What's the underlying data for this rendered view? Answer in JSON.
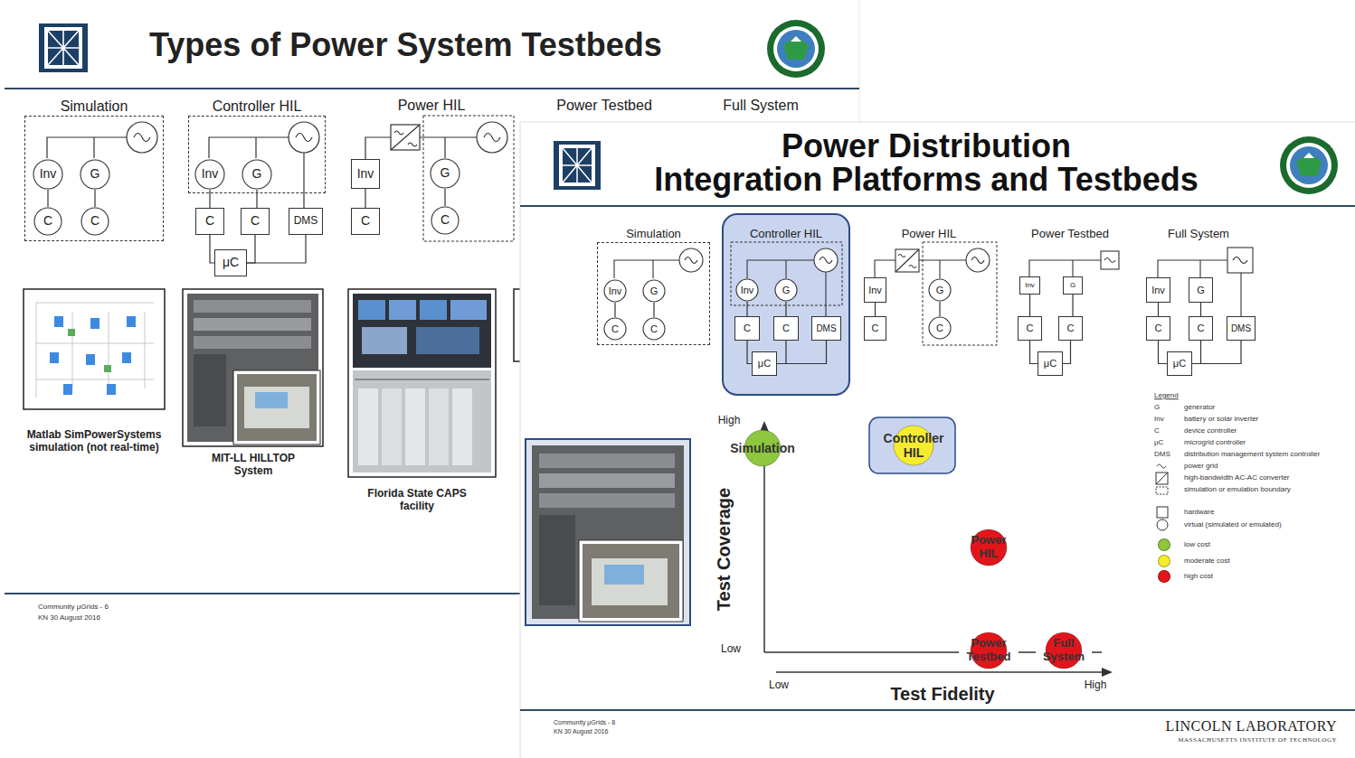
{
  "diagram": {
    "title": "Power Distribution Integration Platforms and Testbeds",
    "nodes": [
      {
        "text": [
          "Simulation"
        ]
      },
      {
        "text": [
          "Inv"
        ],
        "in": 0
      },
      {
        "text": [
          "G"
        ],
        "in": 0
      },
      {
        "text": [
          "C"
        ],
        "in": 0
      },
      {
        "text": [
          "C"
        ],
        "in": 0
      },
      {
        "text": [
          "Controller HIL"
        ]
      },
      {
        "text": [
          "Inv"
        ],
        "in": 5
      },
      {
        "text": [
          "G"
        ],
        "in": 5
      },
      {
        "text": [
          "C"
        ]
      },
      {
        "text": [
          "C"
        ]
      },
      {
        "text": [
          "DMS"
        ]
      },
      {
        "text": [
          "μC"
        ]
      },
      {
        "text": [
          "Inv"
        ]
      },
      {
        "text": [
          "C"
        ]
      },
      {
        "text": [
          "G"
        ]
      },
      {
        "text": [
          "C"
        ]
      },
      {
        "text": [
          "Simulation"
        ]
      },
      {
        "text": [
          "Inv"
        ],
        "in": 16
      },
      {
        "text": [
          "G"
        ],
        "in": 16
      },
      {
        "text": [
          "C"
        ],
        "in": 16
      },
      {
        "text": [
          "C"
        ],
        "in": 16
      },
      {
        "text": [
          "Controller HIL"
        ]
      },
      {
        "text": [
          "Inv"
        ],
        "in": 21
      },
      {
        "text": [
          "G"
        ],
        "in": 21
      },
      {
        "text": [
          "C"
        ],
        "in": 21
      },
      {
        "text": [
          "C"
        ],
        "in": 21
      },
      {
        "text": [
          "DMS"
        ],
        "in": 21
      },
      {
        "text": [
          "μC"
        ],
        "in": 21
      },
      {
        "text": [
          "Inv"
        ]
      },
      {
        "text": [
          "C"
        ]
      },
      {
        "text": [
          "G"
        ]
      },
      {
        "text": [
          "C"
        ]
      },
      {
        "text": [
          "Inv"
        ]
      },
      {
        "text": [
          "G"
        ]
      },
      {
        "text": [
          "C"
        ]
      },
      {
        "text": [
          "C"
        ]
      },
      {
        "text": [
          "μC"
        ]
      },
      {
        "text": [
          "Inv"
        ]
      },
      {
        "text": [
          "G"
        ]
      },
      {
        "text": [
          "C"
        ]
      },
      {
        "text": [
          "C"
        ]
      },
      {
        "text": [
          "DMS"
        ]
      },
      {
        "text": [
          "μC"
        ]
      },
      {
        "text": [
          "Simulation"
        ]
      },
      {
        "text": [
          "Controller HIL"
        ]
      },
      {
        "text": [
          "Power HIL"
        ]
      },
      {
        "text": [
          "Power Testbed"
        ]
      },
      {
        "text": [
          "Full System"
        ]
      }
    ],
    "edges": [
      {
        "from": 1,
        "to": 3,
        "arrow": "none"
      },
      {
        "from": 2,
        "to": 4,
        "arrow": "none"
      },
      {
        "from": 6,
        "to": 8,
        "arrow": "none"
      },
      {
        "from": 7,
        "to": 9,
        "arrow": "none"
      },
      {
        "from": 8,
        "to": 11,
        "arrow": "none"
      },
      {
        "from": 9,
        "to": 11,
        "arrow": "none"
      },
      {
        "from": 10,
        "to": 11,
        "arrow": "none"
      },
      {
        "from": 12,
        "to": 13,
        "arrow": "none"
      },
      {
        "from": 14,
        "to": 15,
        "arrow": "none"
      },
      {
        "from": 17,
        "to": 19,
        "arrow": "none"
      },
      {
        "from": 18,
        "to": 20,
        "arrow": "none"
      },
      {
        "from": 22,
        "to": 24,
        "arrow": "none"
      },
      {
        "from": 23,
        "to": 25,
        "arrow": "none"
      },
      {
        "from": 24,
        "to": 27,
        "arrow": "none"
      },
      {
        "from": 25,
        "to": 27,
        "arrow": "none"
      },
      {
        "from": 26,
        "to": 27,
        "arrow": "none"
      },
      {
        "from": 28,
        "to": 29,
        "arrow": "none"
      },
      {
        "from": 30,
        "to": 31,
        "arrow": "none"
      },
      {
        "from": 32,
        "to": 34,
        "arrow": "none"
      },
      {
        "from": 33,
        "to": 35,
        "arrow": "none"
      },
      {
        "from": 34,
        "to": 36,
        "arrow": "none"
      },
      {
        "from": 35,
        "to": 36,
        "arrow": "none"
      },
      {
        "from": 37,
        "to": 39,
        "arrow": "none"
      },
      {
        "from": 38,
        "to": 40,
        "arrow": "none"
      },
      {
        "from": 39,
        "to": 42,
        "arrow": "none"
      },
      {
        "from": 40,
        "to": 42,
        "arrow": "none"
      },
      {
        "from": 41,
        "to": 42,
        "arrow": "none"
      }
    ],
    "labels": [
      "Types of Power System Testbeds",
      "Power HIL",
      "Power Testbed",
      "Full System",
      "Matlab SimPowerSystems simulation (not real-time)",
      "MIT-LL HILLTOP System",
      "Florida State CAPS facility",
      "Community μGrids - 6",
      "KN 30 August 2016",
      "Power HIL",
      "Power Testbed",
      "Full System",
      "Legend",
      "G",
      "Inv",
      "C",
      "μC",
      "DMS",
      "High",
      "Low",
      "Test Coverage",
      "Low",
      "High",
      "Test Fidelity",
      "Community μGrids - 8",
      "KN 30 August 2016",
      "LINCOLN LABORATORY",
      "MASSACHUSETTS INSTITUTE OF TECHNOLOGY"
    ],
    "legend": [
      {
        "text": "generator"
      },
      {
        "text": "battery or solar inverter"
      },
      {
        "text": "device controller"
      },
      {
        "text": "microgrid controller"
      },
      {
        "text": "distribution management system controller"
      },
      {
        "text": "power grid"
      },
      {
        "text": "high-bandwidth AC-AC converter"
      },
      {
        "text": "simulation or emulation boundary"
      },
      {
        "text": "hardware"
      },
      {
        "text": "virtual (simulated or emulated)"
      },
      {
        "text": "low cost",
        "color": "#8dc63f"
      },
      {
        "text": "moderate cost",
        "color": "#f5ec2e"
      },
      {
        "text": "high cost",
        "color": "#e2151b"
      }
    ]
  }
}
